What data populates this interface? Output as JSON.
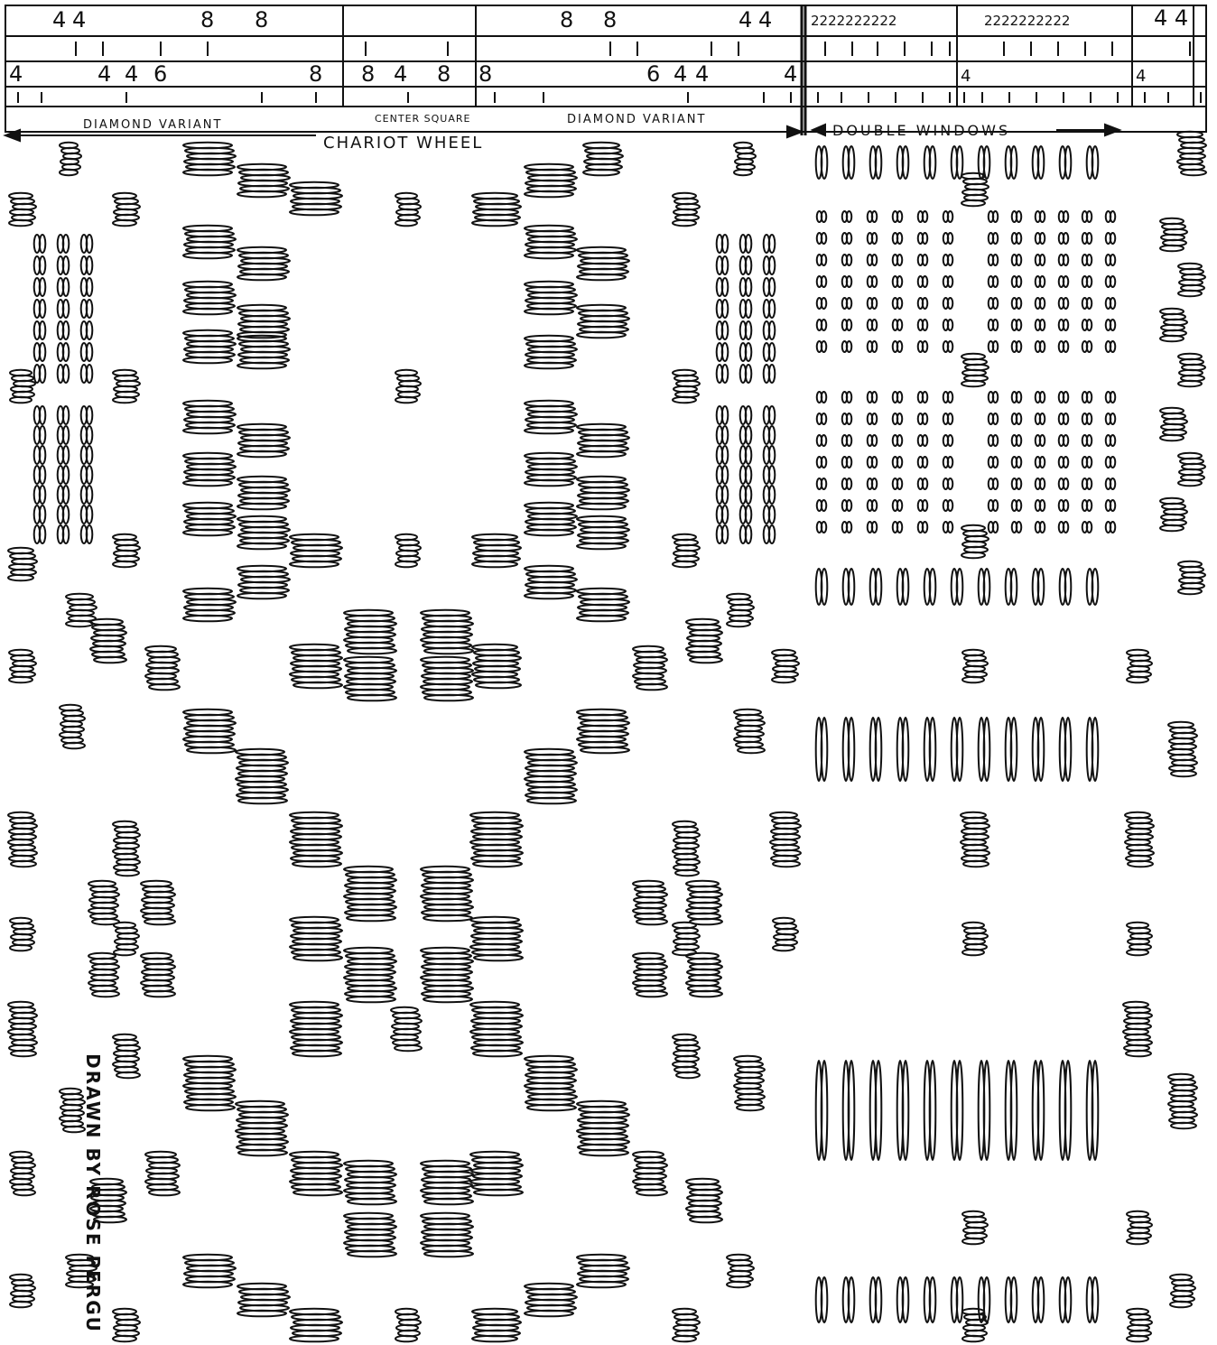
{
  "threading": {
    "row1_left": [
      "4",
      "4",
      "8",
      "8",
      "8",
      "8",
      "4",
      "4"
    ],
    "row1_right_a": "2222222222",
    "row1_right_b": "2222222222",
    "row1_right_end": "4 4",
    "row3_left": [
      "4",
      "4",
      "4",
      "6",
      "8",
      "8",
      "4",
      "8",
      "8",
      "6",
      "4",
      "4",
      "4"
    ],
    "row3_right": [
      "4",
      "4"
    ]
  },
  "sections": {
    "diamond_left": "DIAMOND VARIANT",
    "center_square": "CENTER SQUARE",
    "diamond_right": "DIAMOND VARIANT",
    "chariot_wheel": "CHARIOT WHEEL",
    "double_windows": "DOUBLE WINDOWS"
  },
  "credit": "DRAWN BY ROSE PERGU",
  "colors": {
    "ink": "#111111",
    "paper": "#ffffff"
  }
}
